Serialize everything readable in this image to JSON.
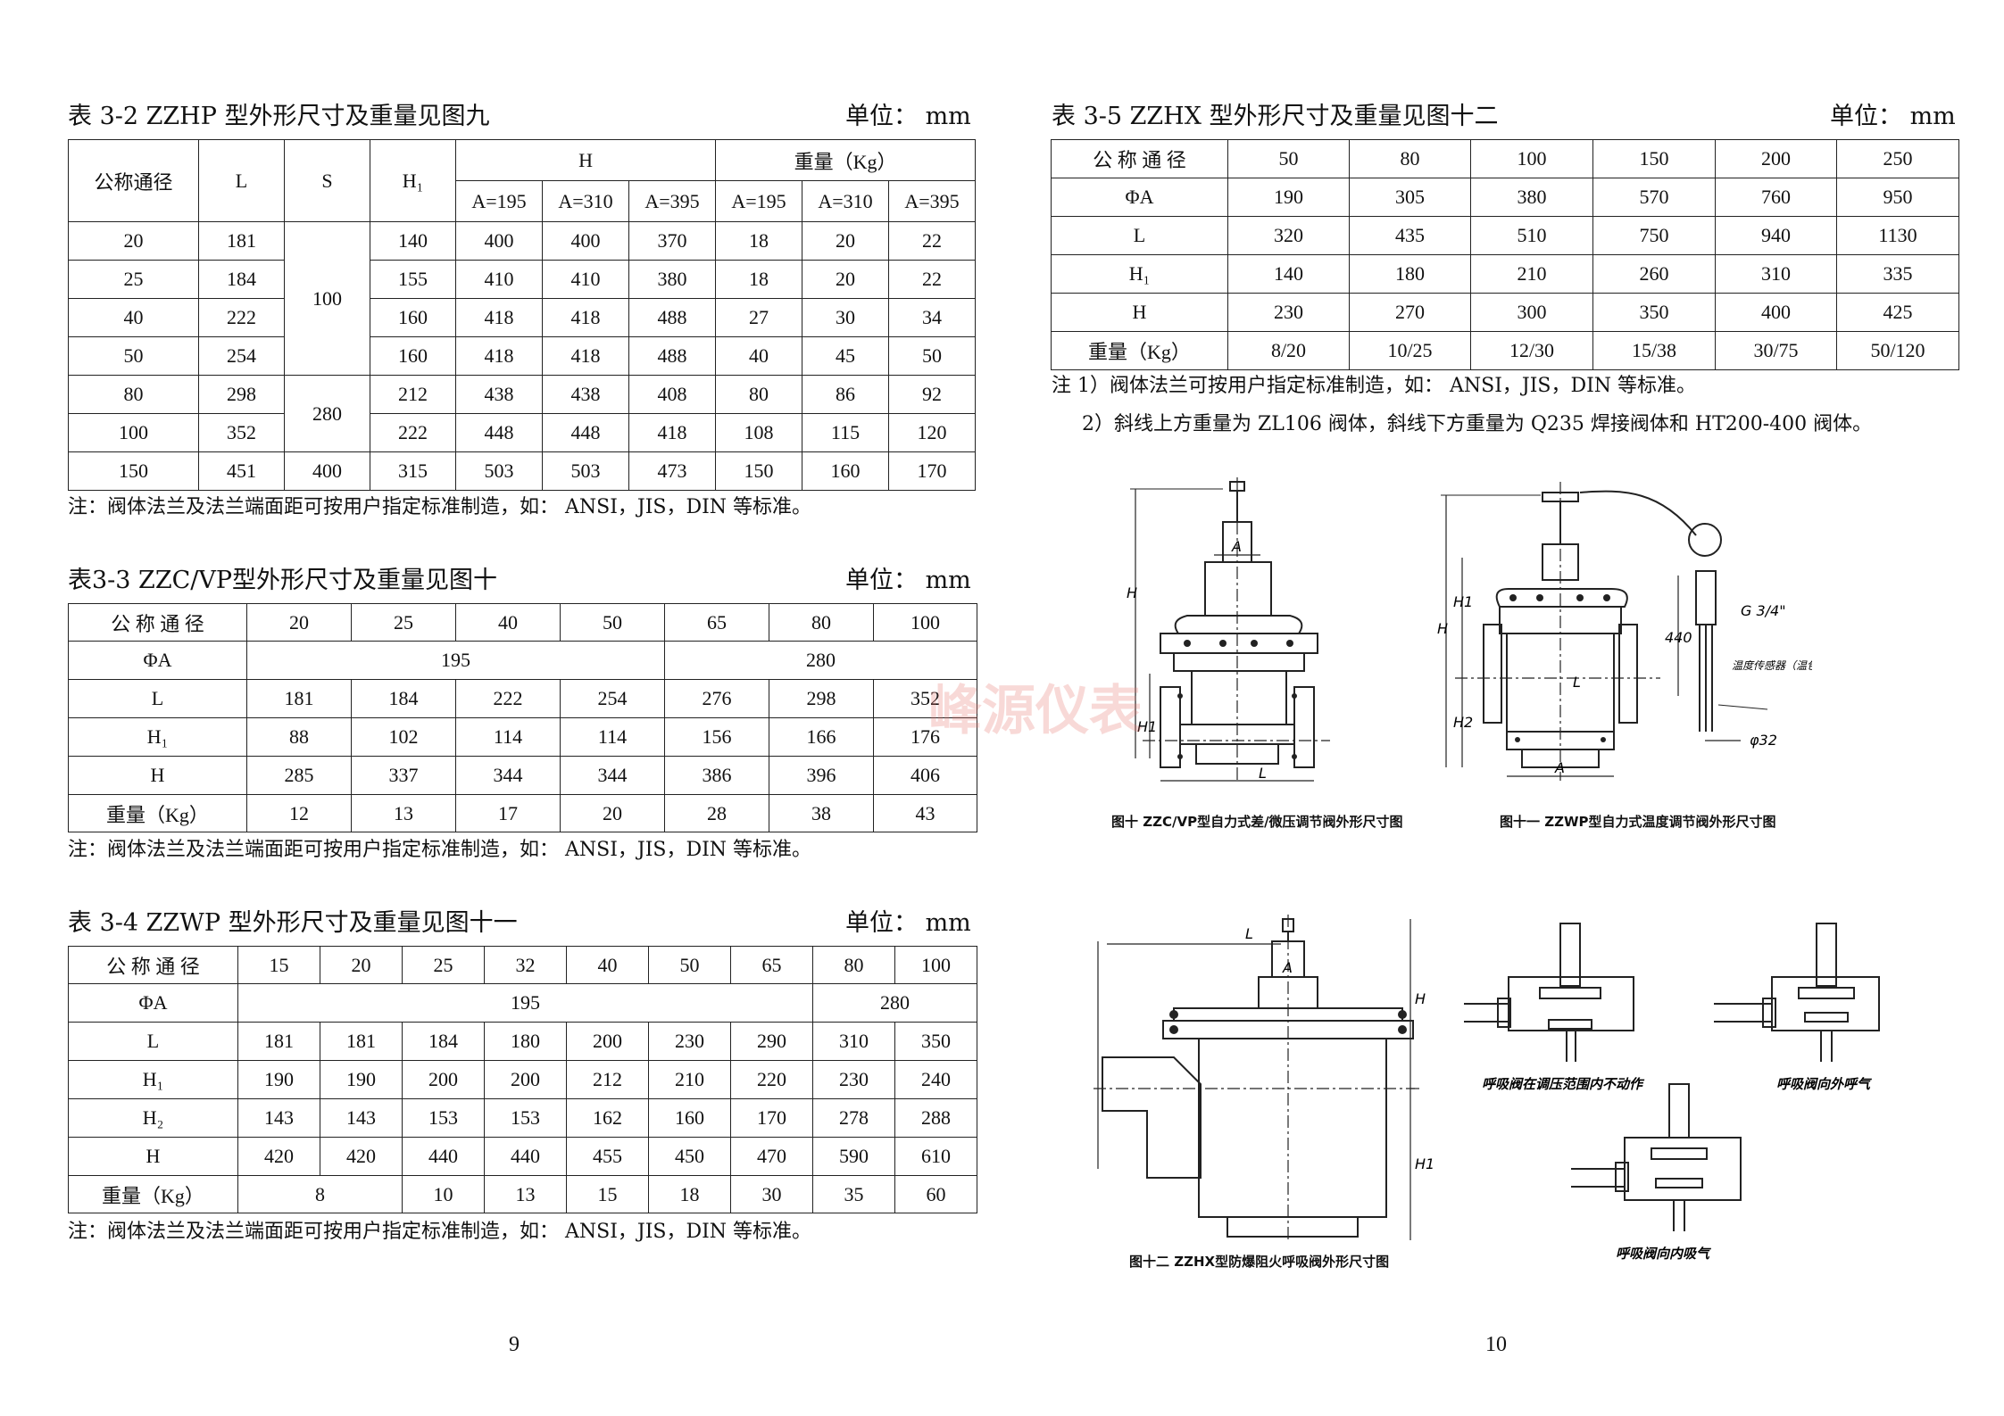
{
  "t32": {
    "caption": "表 3-2   ZZHP 型外形尺寸及重量见图九",
    "unit": "单位：  mm",
    "h": {
      "dn": "公称通径",
      "L": "L",
      "S": "S",
      "H1": "H₁",
      "H": "H",
      "wt": "重量（Kg）",
      "a1": "A=195",
      "a2": "A=310",
      "a3": "A=395"
    },
    "rows": [
      [
        "20",
        "181",
        "140",
        "400",
        "400",
        "370",
        "18",
        "20",
        "22"
      ],
      [
        "25",
        "184",
        "155",
        "410",
        "410",
        "380",
        "18",
        "20",
        "22"
      ],
      [
        "40",
        "222",
        "160",
        "418",
        "418",
        "488",
        "27",
        "30",
        "34"
      ],
      [
        "50",
        "254",
        "160",
        "418",
        "418",
        "488",
        "40",
        "45",
        "50"
      ],
      [
        "80",
        "298",
        "212",
        "438",
        "438",
        "408",
        "80",
        "86",
        "92"
      ],
      [
        "100",
        "352",
        "222",
        "448",
        "448",
        "418",
        "108",
        "115",
        "120"
      ],
      [
        "150",
        "451",
        "315",
        "503",
        "503",
        "473",
        "150",
        "160",
        "170"
      ]
    ],
    "s_vals": [
      "100",
      "280",
      "400"
    ],
    "note": "注：阀体法兰及法兰端面距可按用户指定标准制造，如：   ANSI，JIS，DIN 等标准。"
  },
  "t33": {
    "caption": "表3-3    ZZC/VP型外形尺寸及重量见图十",
    "unit": "单位：  mm",
    "header": [
      "公 称 通 径",
      "20",
      "25",
      "40",
      "50",
      "65",
      "80",
      "100"
    ],
    "phiA": {
      "label": "ΦA",
      "v1": "195",
      "v2": "280"
    },
    "rows": [
      [
        "L",
        "181",
        "184",
        "222",
        "254",
        "276",
        "298",
        "352"
      ],
      [
        "H₁",
        "88",
        "102",
        "114",
        "114",
        "156",
        "166",
        "176"
      ],
      [
        "H",
        "285",
        "337",
        "344",
        "344",
        "386",
        "396",
        "406"
      ],
      [
        "重量（Kg）",
        "12",
        "13",
        "17",
        "20",
        "28",
        "38",
        "43"
      ]
    ],
    "note": "注：阀体法兰及法兰端面距可按用户指定标准制造，如：   ANSI，JIS，DIN 等标准。"
  },
  "t34": {
    "caption": "表 3-4   ZZWP 型外形尺寸及重量见图十一",
    "unit": "单位：  mm",
    "header": [
      "公 称 通 径",
      "15",
      "20",
      "25",
      "32",
      "40",
      "50",
      "65",
      "80",
      "100"
    ],
    "phiA": {
      "label": "ΦA",
      "v1": "195",
      "v2": "280"
    },
    "rows": [
      [
        "L",
        "181",
        "181",
        "184",
        "180",
        "200",
        "230",
        "290",
        "310",
        "350"
      ],
      [
        "H₁",
        "190",
        "190",
        "200",
        "200",
        "212",
        "210",
        "220",
        "230",
        "240"
      ],
      [
        "H₂",
        "143",
        "143",
        "153",
        "153",
        "162",
        "160",
        "170",
        "278",
        "288"
      ],
      [
        "H",
        "420",
        "420",
        "440",
        "440",
        "455",
        "450",
        "470",
        "590",
        "610"
      ]
    ],
    "wt": {
      "label": "重量（Kg）",
      "first": "8",
      "rest": [
        "10",
        "13",
        "15",
        "18",
        "30",
        "35",
        "60"
      ]
    },
    "note": "注：阀体法兰及法兰端面距可按用户指定标准制造，如：   ANSI，JIS，DIN 等标准。"
  },
  "t35": {
    "caption": "表 3-5   ZZHX 型外形尺寸及重量见图十二",
    "unit": "单位：  mm",
    "rows": [
      [
        "公 称 通 径",
        "50",
        "80",
        "100",
        "150",
        "200",
        "250"
      ],
      [
        "ΦA",
        "190",
        "305",
        "380",
        "570",
        "760",
        "950"
      ],
      [
        "L",
        "320",
        "435",
        "510",
        "750",
        "940",
        "1130"
      ],
      [
        "H₁",
        "140",
        "180",
        "210",
        "260",
        "310",
        "335"
      ],
      [
        "H",
        "230",
        "270",
        "300",
        "350",
        "400",
        "425"
      ],
      [
        "重量（Kg）",
        "8/20",
        "10/25",
        "12/30",
        "15/38",
        "30/75",
        "50/120"
      ]
    ],
    "note1": "注  1）阀体法兰可按用户指定标准制造，如：    ANSI，JIS，DIN 等标准。",
    "note2": "2）斜线上方重量为 ZL106 阀体，斜线下方重量为 Q235 焊接阀体和 HT200-400 阀体。"
  },
  "figures": {
    "fig10": "图十  ZZC/VP型自力式差/微压调节阀外形尺寸图",
    "fig11": "图十一  ZZWP型自力式温度调节阀外形尺寸图",
    "fig12": "图十二  ZZHX型防爆阻火呼吸阀外形尺寸图",
    "sub1": "呼吸阀在调压范围内不动作",
    "sub2": "呼吸阀向外呼气",
    "sub3": "呼吸阀向内吸气",
    "labels": {
      "A": "A",
      "H": "H",
      "H1": "H1",
      "H2": "H2",
      "L": "L",
      "g34": "G 3/4\"",
      "d32": "φ32",
      "n440": "440",
      "probe": "温度传感器（温包）"
    }
  },
  "watermark": "峰源仪表",
  "page_left": "9",
  "page_right": "10"
}
